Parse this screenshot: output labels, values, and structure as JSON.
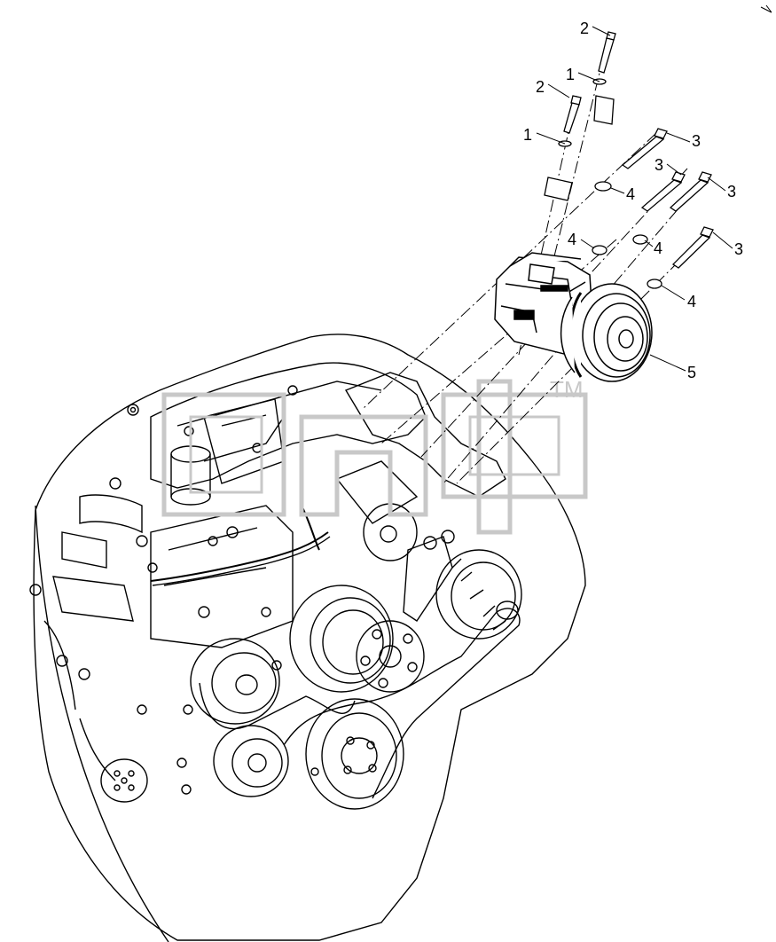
{
  "diagram": {
    "watermark": {
      "logo_text": "anc",
      "mark": "TM"
    },
    "callouts": [
      {
        "label": "2",
        "part": "bolt"
      },
      {
        "label": "1",
        "part": "washer"
      },
      {
        "label": "2",
        "part": "bolt"
      },
      {
        "label": "1",
        "part": "washer"
      },
      {
        "label": "3",
        "part": "long-bolt"
      },
      {
        "label": "3",
        "part": "long-bolt"
      },
      {
        "label": "3",
        "part": "long-bolt"
      },
      {
        "label": "4",
        "part": "washer"
      },
      {
        "label": "4",
        "part": "washer"
      },
      {
        "label": "4",
        "part": "washer"
      },
      {
        "label": "3",
        "part": "long-bolt"
      },
      {
        "label": "4",
        "part": "washer"
      },
      {
        "label": "5",
        "part": "ac-compressor"
      }
    ],
    "colors": {
      "line": "#000000",
      "watermark": "#c8c8c8",
      "background": "#ffffff"
    }
  }
}
